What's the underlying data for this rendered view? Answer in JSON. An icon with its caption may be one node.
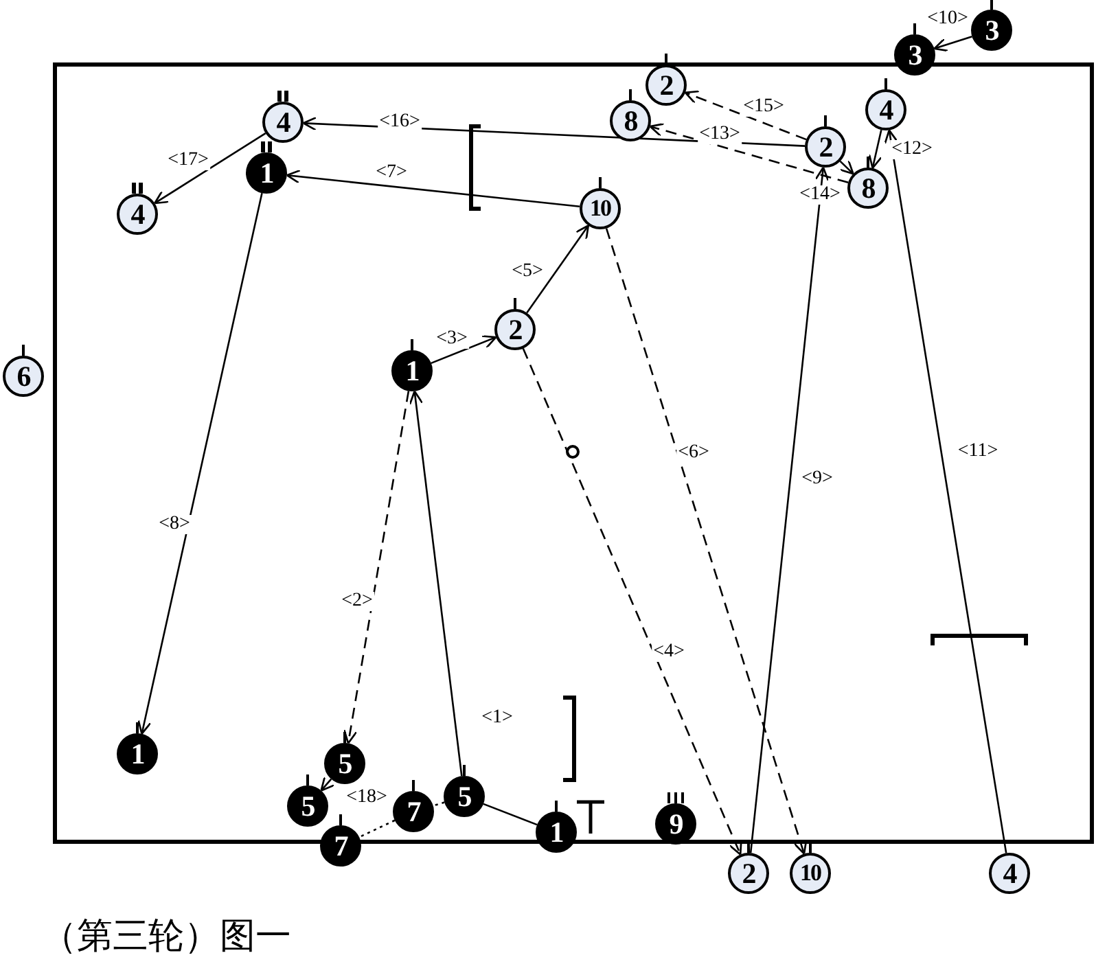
{
  "diagram": {
    "caption": "（第三轮）图一",
    "nodes": [
      {
        "text": [
          "3"
        ]
      },
      {
        "text": [
          "3"
        ]
      },
      {
        "text": [
          "2"
        ]
      },
      {
        "text": [
          "4"
        ]
      },
      {
        "text": [
          "8"
        ]
      },
      {
        "text": [
          "4"
        ]
      },
      {
        "text": [
          "2"
        ]
      },
      {
        "text": [
          "8"
        ]
      },
      {
        "text": [
          "1"
        ]
      },
      {
        "text": [
          "4"
        ]
      },
      {
        "text": [
          "10"
        ]
      },
      {
        "text": [
          "2"
        ]
      },
      {
        "text": [
          "6"
        ]
      },
      {
        "text": [
          "1"
        ]
      },
      {
        "text": [
          "1"
        ]
      },
      {
        "text": [
          "5"
        ]
      },
      {
        "text": [
          "5"
        ]
      },
      {
        "text": [
          "7"
        ]
      },
      {
        "text": [
          "5"
        ]
      },
      {
        "text": [
          "7"
        ]
      },
      {
        "text": [
          "1"
        ]
      },
      {
        "text": [
          "9"
        ]
      },
      {
        "text": [
          "2"
        ]
      },
      {
        "text": [
          "10"
        ]
      },
      {
        "text": [
          "4"
        ]
      }
    ],
    "edges": [
      {
        "from": 20,
        "to": 18,
        "arrow": "none"
      },
      {
        "from": 18,
        "to": 13,
        "arrow": "to",
        "label": "<1>"
      },
      {
        "from": 13,
        "to": 15,
        "arrow": "to",
        "label": "<2>",
        "style": "dashed"
      },
      {
        "from": 13,
        "to": 11,
        "arrow": "to",
        "label": "<3>"
      },
      {
        "from": 11,
        "to": 22,
        "arrow": "to",
        "label": "<4>",
        "style": "dashed"
      },
      {
        "from": 11,
        "to": 10,
        "arrow": "to",
        "label": "<5>"
      },
      {
        "from": 10,
        "to": 23,
        "arrow": "to",
        "label": "<6>",
        "style": "dashed"
      },
      {
        "from": 10,
        "to": 8,
        "arrow": "to",
        "label": "<7>"
      },
      {
        "from": 8,
        "to": 14,
        "arrow": "to",
        "label": "<8>"
      },
      {
        "from": 22,
        "to": 6,
        "arrow": "to",
        "label": "<9>"
      },
      {
        "from": 0,
        "to": 1,
        "arrow": "to",
        "label": "<10>"
      },
      {
        "from": 24,
        "to": 3,
        "arrow": "to",
        "label": "<11>"
      },
      {
        "from": 3,
        "to": 7,
        "arrow": "to",
        "label": "<12>"
      },
      {
        "from": 7,
        "to": 4,
        "arrow": "to",
        "label": "<13>",
        "style": "dashed"
      },
      {
        "from": 6,
        "to": 7,
        "arrow": "to",
        "label": "<14>"
      },
      {
        "from": 6,
        "to": 2,
        "arrow": "to",
        "label": "<15>",
        "style": "dashed"
      },
      {
        "from": 6,
        "to": 5,
        "arrow": "to",
        "label": "<16>"
      },
      {
        "from": 5,
        "to": 9,
        "arrow": "to",
        "label": "<17>"
      },
      {
        "from": 15,
        "to": 16,
        "arrow": "to",
        "label": "<18>"
      },
      {
        "from": 18,
        "to": 17,
        "arrow": "none",
        "style": "dashed"
      },
      {
        "from": 17,
        "to": 19,
        "arrow": "none",
        "style": "dashed"
      }
    ]
  }
}
